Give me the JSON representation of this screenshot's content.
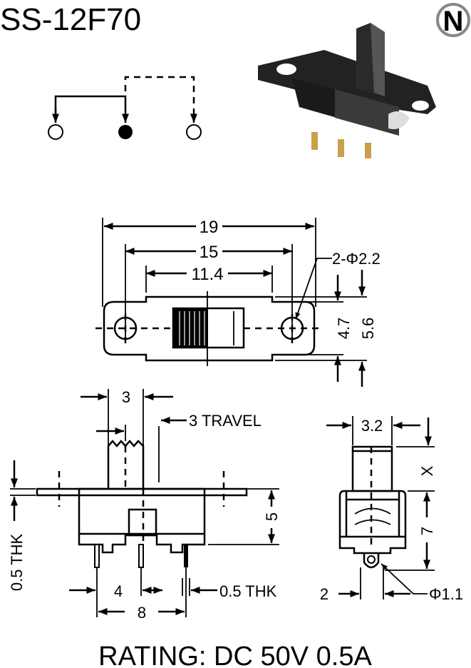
{
  "title": "SS-12F70",
  "logo_letter": "N",
  "top_view": {
    "dim_19": "19",
    "dim_15": "15",
    "dim_11_4": "11.4",
    "hole_callout": "2-Φ2.2",
    "dim_4_7": "4.7",
    "dim_5_6": "5.6"
  },
  "side_view": {
    "dim_3": "3",
    "travel": "3 TRAVEL",
    "dim_5": "5",
    "flange_thk": "0.5 THK",
    "dim_4": "4",
    "pin_thk": "0.5 THK",
    "dim_8": "8"
  },
  "end_view": {
    "dim_3_2": "3.2",
    "dim_x": "X",
    "dim_7": "7",
    "dim_2": "2",
    "lug_hole": "Φ1.1"
  },
  "rating": "RATING: DC 50V 0.5A"
}
